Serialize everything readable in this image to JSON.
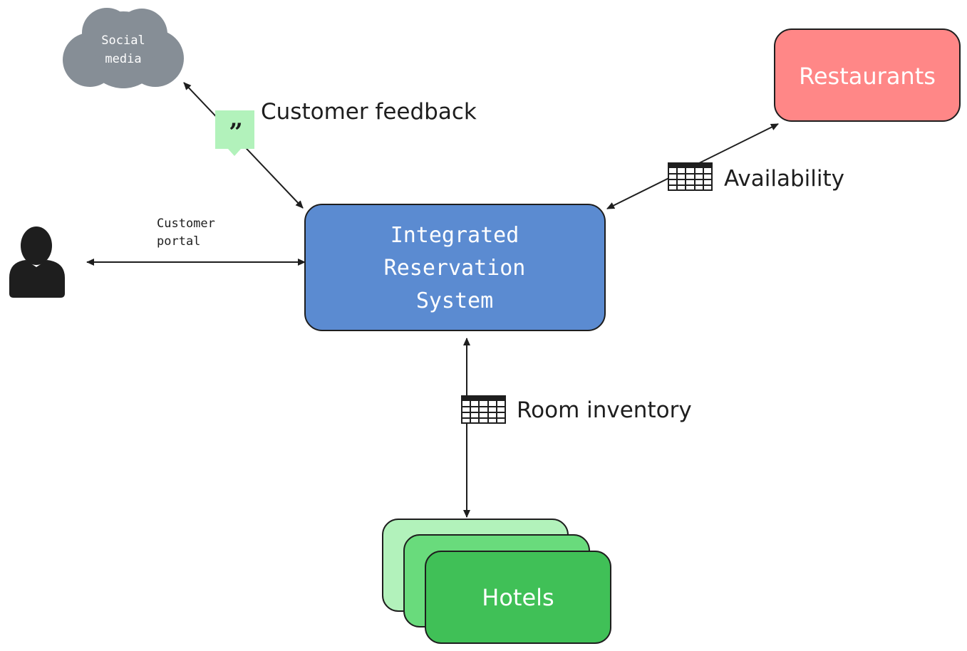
{
  "nodes": {
    "social_media": {
      "line1": "Social",
      "line2": "media",
      "fill": "#868e96"
    },
    "restaurants": {
      "label": "Restaurants",
      "fill": "#ff8787",
      "stroke": "#1e1e1e"
    },
    "reservation_system": {
      "line1": "Integrated",
      "line2": "Reservation",
      "line3": "System",
      "fill": "#5b8bd1",
      "stroke": "#1e1e1e"
    },
    "hotels": {
      "label": "Hotels",
      "fill_back": "#b2f2bb",
      "fill_middle": "#69db7c",
      "fill_front": "#40c057"
    },
    "customer": {
      "icon": "person-icon",
      "fill": "#1e1e1e"
    }
  },
  "edges": {
    "customer_feedback": {
      "label": "Customer feedback",
      "icon": "quote-icon",
      "icon_fill": "#b2f2bb"
    },
    "availability": {
      "label": "Availability",
      "icon": "table-icon"
    },
    "customer_portal": {
      "line1": "Customer",
      "line2": "portal"
    },
    "room_inventory": {
      "label": "Room inventory",
      "icon": "table-icon"
    }
  },
  "colors": {
    "stroke": "#1e1e1e",
    "text_light": "#ffffff",
    "text_dark": "#1e1e1e"
  }
}
